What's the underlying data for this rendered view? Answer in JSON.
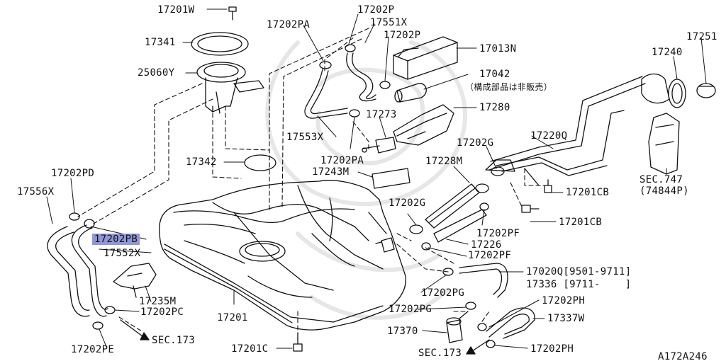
{
  "diagram": {
    "figure_id": "A172A246",
    "labels": {
      "p17201W": "17201W",
      "p17341": "17341",
      "p25060Y": "25060Y",
      "p17202PA_top": "17202PA",
      "p17202P_a": "17202P",
      "p17551X": "17551X",
      "p17202P_b": "17202P",
      "p17013N": "17013N",
      "p17042": "17042",
      "note_17042": "（構成部品は非販売）",
      "p17553X": "17553X",
      "p17273": "17273",
      "p17280": "17280",
      "p17202PA_mid": "17202PA",
      "p17342": "17342",
      "p17243M": "17243M",
      "p17228M": "17228M",
      "p17202G_top": "17202G",
      "p17220Q": "17220Q",
      "p17251": "17251",
      "p17240": "17240",
      "sec747": "SEC.747",
      "sec747_sub": "(74844P)",
      "p17201CB_a": "17201CB",
      "p17201CB_b": "17201CB",
      "p17202PD": "17202PD",
      "p17556X": "17556X",
      "p17202PB": "17202PB",
      "p17552X": "17552X",
      "p17202G_mid": "17202G",
      "p17202PF_a": "17202PF",
      "p17226": "17226",
      "p17202PF_b": "17202PF",
      "p17020Q": "17020Q[9501-9711]",
      "p17336": "17336 [9711-    ]",
      "p17235M": "17235M",
      "p17202PC": "17202PC",
      "p17201": "17201",
      "p17202PG_a": "17202PG",
      "p17202PG_b": "17202PG",
      "p17202PH_a": "17202PH",
      "p17337W": "17337W",
      "p17370": "17370",
      "p17202PE": "17202PE",
      "sec173_a": "SEC.173",
      "p17201C": "17201C",
      "sec173_b": "SEC.173",
      "p17202PH_b": "17202PH"
    },
    "highlight_color": "#8f97d6",
    "line_color": "#111111"
  }
}
